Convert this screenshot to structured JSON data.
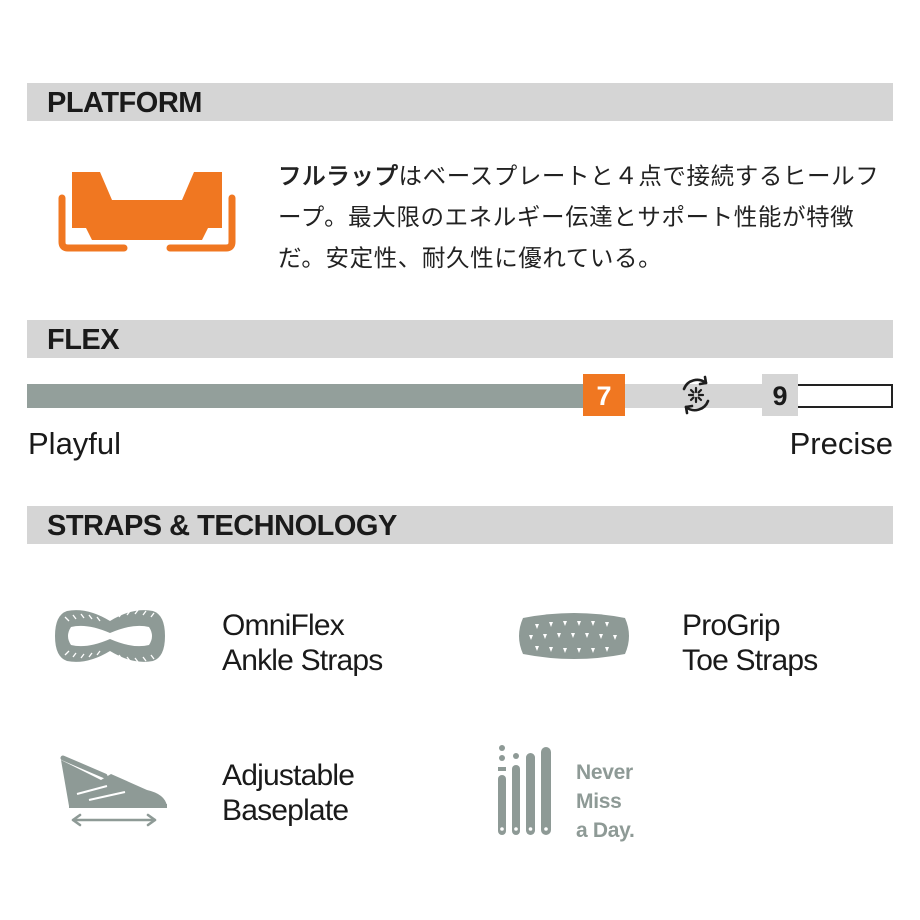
{
  "sections": {
    "platform": {
      "title": "PLATFORM"
    },
    "flex": {
      "title": "FLEX"
    },
    "straps": {
      "title": "STRAPS & TECHNOLOGY"
    }
  },
  "platform": {
    "icon": "full-wrap-platform-icon",
    "text_bold": "フルラップ",
    "text_rest": "はベースプレートと４点で接続するヒールフープ。最大限のエネルギー伝達とサポート性能が特徴だ。安定性、耐久性に優れている。"
  },
  "flex": {
    "value_label": "7",
    "max_label": "9",
    "value": 7,
    "max": 9,
    "left_label": "Playful",
    "right_label": "Precise",
    "cycle_icon": "flex-cycle-icon",
    "colors": {
      "fill": "#939f9b",
      "accent": "#f07721",
      "track": "#d5d5d5"
    }
  },
  "technology": [
    {
      "icon": "omniflex-strap-icon",
      "line1": "OmniFlex",
      "line2": "Ankle Straps"
    },
    {
      "icon": "progrip-strap-icon",
      "line1": "ProGrip",
      "line2": "Toe Straps"
    },
    {
      "icon": "adjustable-baseplate-icon",
      "line1": "Adjustable",
      "line2": "Baseplate"
    },
    {
      "icon": "never-miss-a-day-icon",
      "line1": "Never",
      "line2": "Miss",
      "line3": "a Day."
    }
  ],
  "colors": {
    "brand_orange": "#f07721",
    "icon_gray": "#8e9a96",
    "bar_gray": "#d5d5d5"
  }
}
